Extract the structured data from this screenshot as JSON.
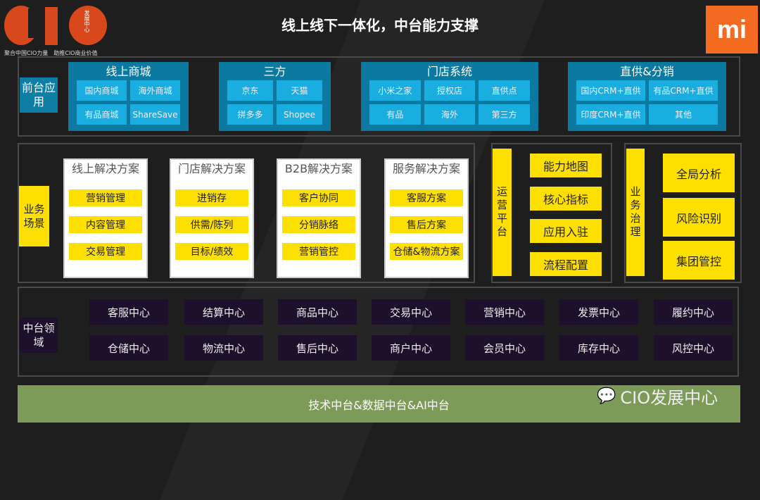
{
  "header": {
    "title": "线上线下一体化，中台能力支撑",
    "logo_text": "CIO",
    "logo_sub": "发展中心",
    "slogan": "聚合中国CIO力量　助推CIO商业价值",
    "brand_logo": "mi"
  },
  "front": {
    "label": "前台应用",
    "groups": [
      {
        "title": "线上商城",
        "items": [
          "国内商城",
          "海外商城",
          "有品商城",
          "ShareSave"
        ]
      },
      {
        "title": "三方",
        "items": [
          "京东",
          "天猫",
          "拼多多",
          "Shopee"
        ]
      },
      {
        "title": "门店系统",
        "items": [
          "小米之家",
          "授权店",
          "直供点",
          "有品",
          "海外",
          "第三方"
        ]
      },
      {
        "title": "直供&分销",
        "items": [
          "国内CRM+直供",
          "有品CRM+直供",
          "印度CRM+直供",
          "其他"
        ]
      }
    ]
  },
  "business": {
    "label": "业务场景",
    "solutions": [
      {
        "title": "线上解决方案",
        "items": [
          "营销管理",
          "内容管理",
          "交易管理"
        ]
      },
      {
        "title": "门店解决方案",
        "items": [
          "进销存",
          "供需/陈列",
          "目标/绩效"
        ]
      },
      {
        "title": "B2B解决方案",
        "items": [
          "客户协同",
          "分销脉络",
          "营销管控"
        ]
      },
      {
        "title": "服务解决方案",
        "items": [
          "客服方案",
          "售后方案",
          "仓储&物流方案"
        ]
      }
    ]
  },
  "ops": {
    "label": "运营平台",
    "items": [
      "能力地图",
      "核心指标",
      "应用入驻",
      "流程配置"
    ]
  },
  "gov": {
    "label": "业务治理",
    "items": [
      "全局分析",
      "风险识别",
      "集团管控"
    ]
  },
  "middle": {
    "label": "中台领域",
    "rows": [
      [
        "客服中心",
        "结算中心",
        "商品中心",
        "交易中心",
        "营销中心",
        "发票中心",
        "履约中心"
      ],
      [
        "仓储中心",
        "物流中心",
        "售后中心",
        "商户中心",
        "会员中心",
        "库存中心",
        "风控中心"
      ]
    ]
  },
  "bottom": {
    "label": "技术中台&数据中台&AI中台"
  },
  "watermark": {
    "text": "CIO发展中心"
  }
}
